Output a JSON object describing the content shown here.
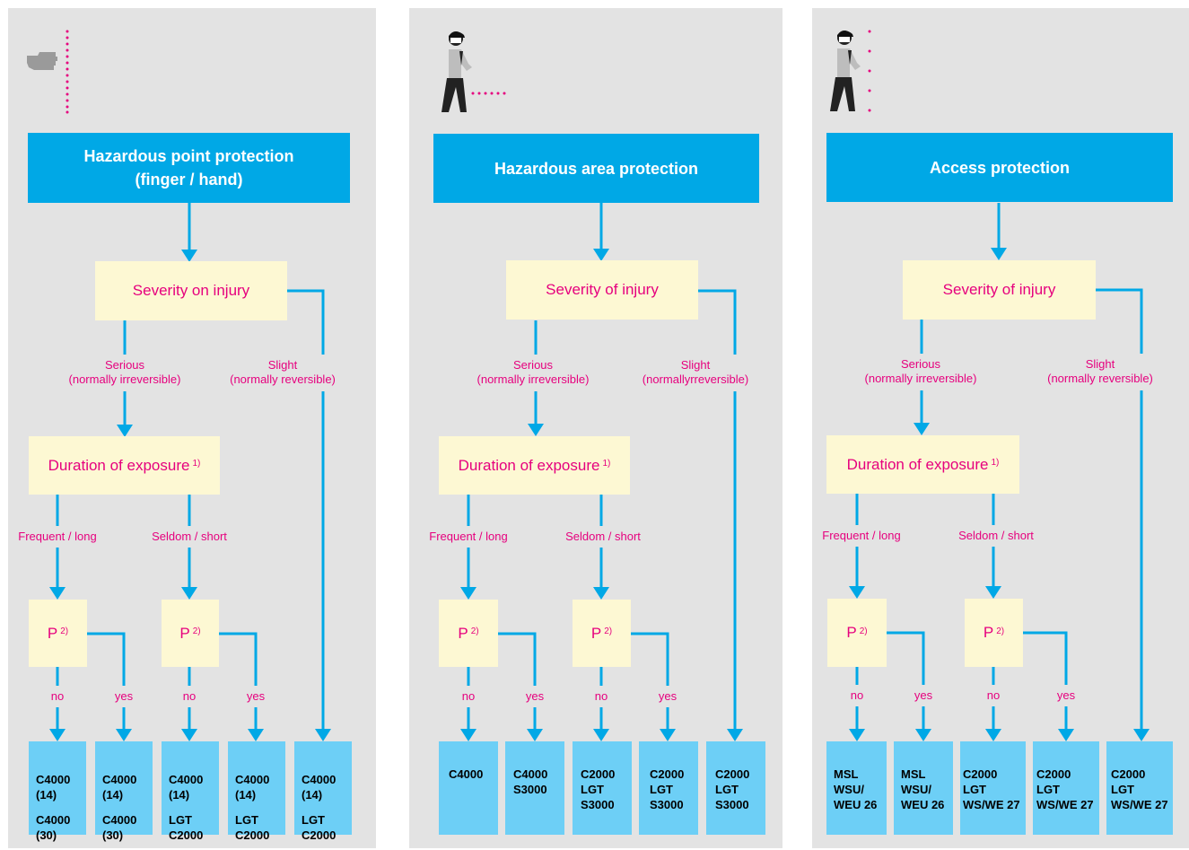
{
  "colors": {
    "title_box": "#00a8e6",
    "criteria_box": "#fdf8d3",
    "criteria_text": "#e6007e",
    "result_box": "#6dcff6",
    "arrow": "#00a8e6",
    "panel": "#e3e3e3"
  },
  "panels": [
    {
      "icon": "hand-icon",
      "title_line1": "Hazardous point protection",
      "title_line2": "(finger / hand)",
      "severity": "Severity on injury",
      "serious_l1": "Serious",
      "serious_l2": "(normally irreversible)",
      "slight_l1": "Slight",
      "slight_l2": "(normally reversible)",
      "duration": "Duration of exposure",
      "duration_note": "1)",
      "frequent": "Frequent / long",
      "seldom": "Seldom / short",
      "p_label": "P",
      "p_note": "2)",
      "no": "no",
      "yes": "yes",
      "results": [
        {
          "a": "C4000\n(14)",
          "b": "C4000\n(30)"
        },
        {
          "a": "C4000\n(14)",
          "b": "C4000\n(30)"
        },
        {
          "a": "C4000\n(14)",
          "b": "LGT\nC2000"
        },
        {
          "a": "C4000\n(14)",
          "b": "LGT\nC2000"
        },
        {
          "a": "C4000\n(14)",
          "b": "LGT\nC2000"
        }
      ]
    },
    {
      "icon": "worker-icon",
      "title_line1": "Hazardous area protection",
      "title_line2": "",
      "severity": "Severity of injury",
      "serious_l1": "Serious",
      "serious_l2": "(normally irreversible)",
      "slight_l1": "Slight",
      "slight_l2": "(normallyrreversible)",
      "duration": "Duration of exposure",
      "duration_note": "1)",
      "frequent": "Frequent / long",
      "seldom": "Seldom / short",
      "p_label": "P",
      "p_note": "2)",
      "no": "no",
      "yes": "yes",
      "results": [
        {
          "a": "C4000",
          "b": ""
        },
        {
          "a": "C4000\nS3000",
          "b": ""
        },
        {
          "a": "C2000\nLGT\nS3000",
          "b": ""
        },
        {
          "a": "C2000\nLGT\nS3000",
          "b": ""
        },
        {
          "a": "C2000\nLGT\nS3000",
          "b": ""
        }
      ]
    },
    {
      "icon": "worker-icon",
      "title_line1": "Access protection",
      "title_line2": "",
      "severity": "Severity of injury",
      "serious_l1": "Serious",
      "serious_l2": "(normally irreversible)",
      "slight_l1": "Slight",
      "slight_l2": "(normally reversible)",
      "duration": "Duration of exposure",
      "duration_note": "1)",
      "frequent": "Frequent / long",
      "seldom": "Seldom / short",
      "p_label": "P",
      "p_note": "2)",
      "no": "no",
      "yes": "yes",
      "results": [
        {
          "a": "MSL\nWSU/\nWEU 26",
          "b": ""
        },
        {
          "a": "MSL\nWSU/\nWEU 26",
          "b": ""
        },
        {
          "a": "C2000\nLGT\nWS/WE 27",
          "b": ""
        },
        {
          "a": "C2000\nLGT\nWS/WE 27",
          "b": ""
        },
        {
          "a": "C2000\nLGT\nWS/WE 27",
          "b": ""
        }
      ]
    }
  ]
}
